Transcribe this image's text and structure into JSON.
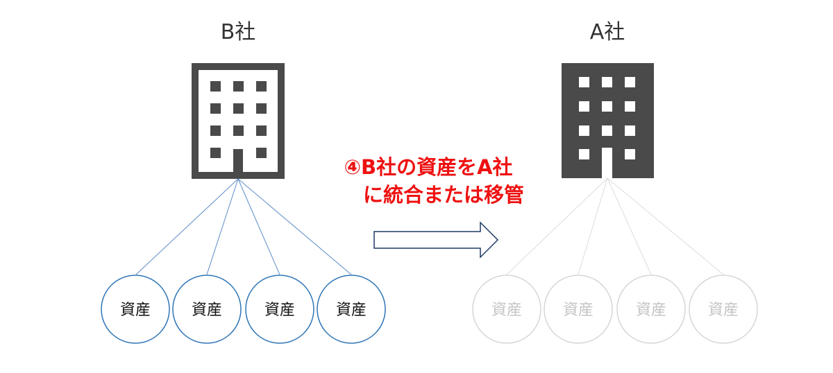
{
  "left_company": {
    "label": "B社",
    "asset_labels": [
      "資産",
      "資産",
      "資産",
      "資産"
    ]
  },
  "right_company": {
    "label": "A社",
    "asset_labels": [
      "資産",
      "資産",
      "資産",
      "資産"
    ]
  },
  "caption": {
    "line1": "④B社の資産をA社",
    "line2": "に統合または移管"
  },
  "colors": {
    "building": "#4a4a4a",
    "caption": "#ee1111",
    "b_asset_stroke": "#2e75b6",
    "b_link_line": "#5b8cc8",
    "a_asset_stroke": "#d6d6d6",
    "a_link_line": "#dcdcdc",
    "arrow_stroke": "#1f3864"
  },
  "icons": {
    "building_b": "building-outline-icon",
    "building_a": "building-filled-icon",
    "arrow": "right-arrow-icon"
  }
}
